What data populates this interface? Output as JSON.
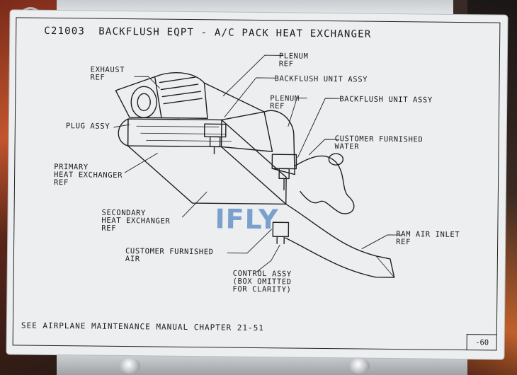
{
  "card": {
    "title": "C21003  BACKFLUSH EQPT - A/C PACK HEAT EXCHANGER",
    "footer_note": "SEE AIRPLANE MAINTENANCE MANUAL CHAPTER 21-51",
    "page_number": "-60"
  },
  "callouts": {
    "exhaust_ref": "EXHAUST\nREF",
    "plenum_ref_top": "PLENUM\nREF",
    "backflush_unit_top": "BACKFLUSH UNIT ASSY",
    "plenum_ref_mid": "PLENUM\nREF",
    "backflush_unit_right": "BACKFLUSH UNIT ASSY",
    "customer_water": "CUSTOMER FURNISHED\nWATER",
    "plug_assy": "PLUG ASSY",
    "primary_hx": "PRIMARY\nHEAT EXCHANGER\nREF",
    "secondary_hx": "SECONDARY\nHEAT EXCHANGER\nREF",
    "ram_air_inlet": "RAM AIR INLET\nREF",
    "customer_air": "CUSTOMER FURNISHED\nAIR",
    "control_assy": "CONTROL ASSY\n(BOX OMITTED\nFOR CLARITY)"
  },
  "watermark": {
    "text": "IFLY",
    "color": "#2f6fb8"
  }
}
